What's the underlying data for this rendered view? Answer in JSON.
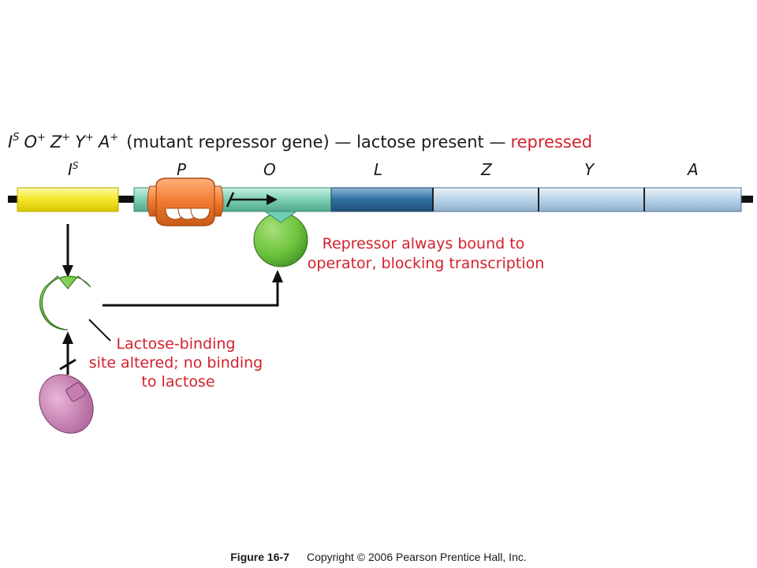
{
  "title": {
    "genotype": {
      "I": "I",
      "I_sup": "S",
      "O": "O",
      "O_sup": "+",
      "Z": "Z",
      "Z_sup": "+",
      "Y": "Y",
      "Y_sup": "+",
      "A": "A",
      "A_sup": "+"
    },
    "description": "(mutant repressor gene) — lactose present —",
    "status": "repressed"
  },
  "segments": {
    "I": "I",
    "I_sup": "S",
    "P": "P",
    "O": "O",
    "L": "L",
    "Z": "Z",
    "Y": "Y",
    "A": "A"
  },
  "annotations": {
    "repressor_line1": "Repressor always bound to",
    "repressor_line2": "operator, blocking transcription",
    "binding_line1": "Lactose-binding",
    "binding_line2": "site altered; no binding",
    "binding_line3": "to lactose"
  },
  "caption": {
    "figure": "Figure 16-7",
    "copyright": "Copyright © 2006 Pearson Prentice Hall, Inc."
  },
  "colors": {
    "red_text": "#d4202a",
    "regulator_gene": "#f5e830",
    "promoter_operator": "#7ccfb5",
    "lac_L": "#2f6fa0",
    "structural_genes": "#b9d3e8",
    "rna_polymerase": "#f07a30",
    "repressor": "#6cc33c",
    "lactose": "#c77db0"
  }
}
